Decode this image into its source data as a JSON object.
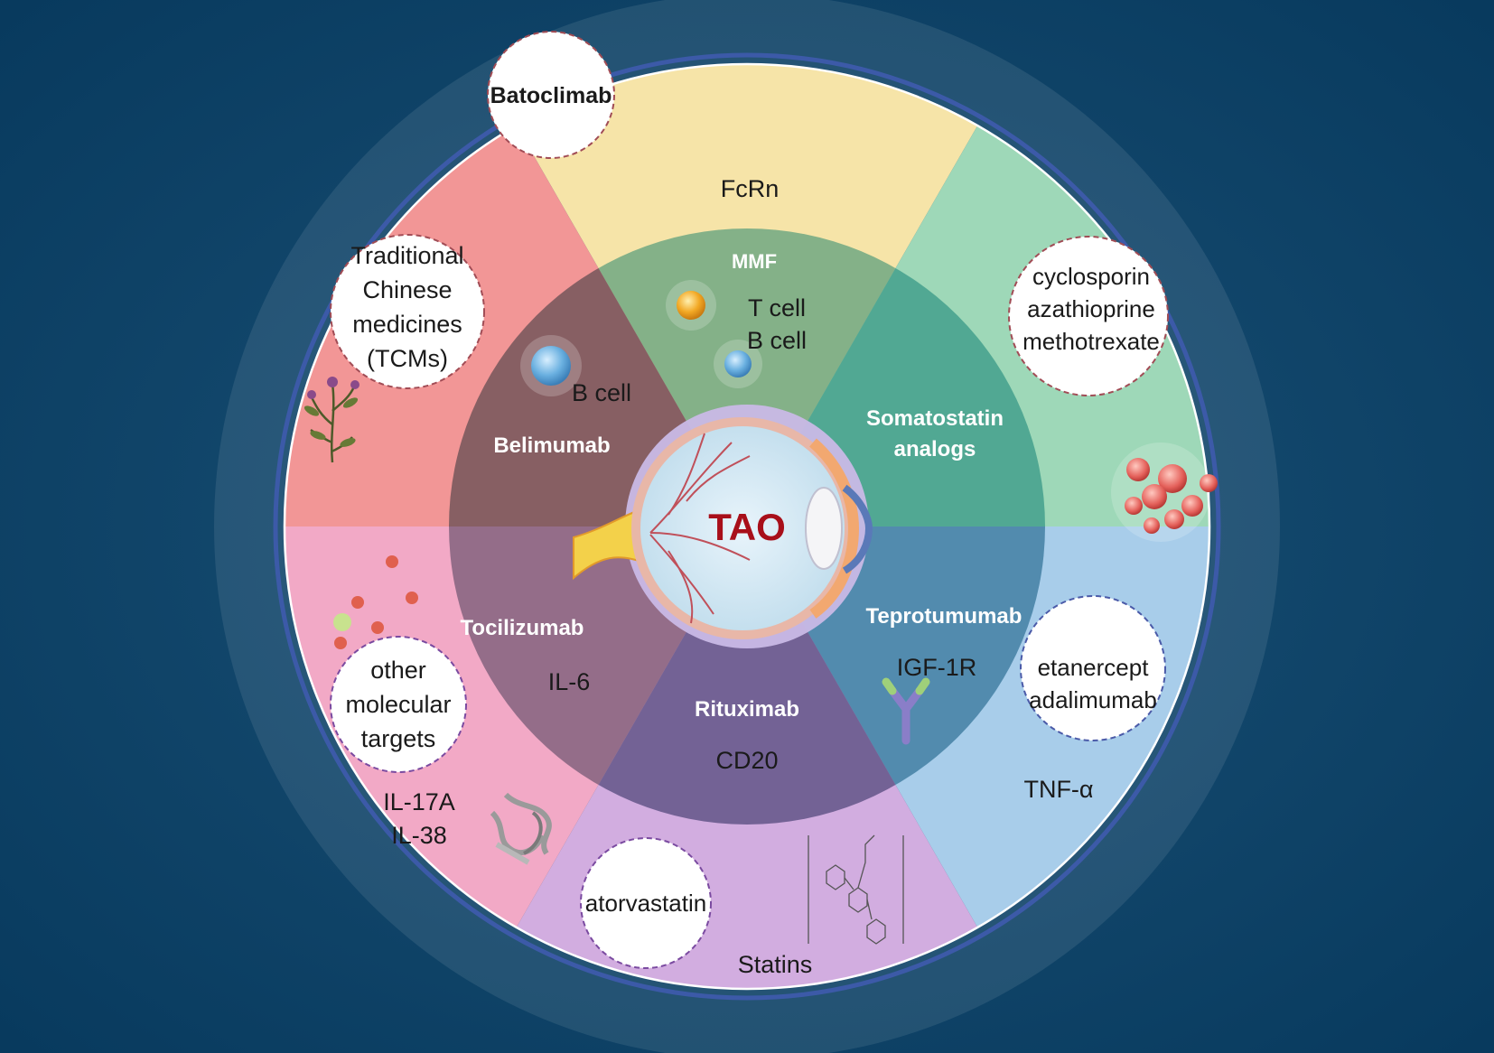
{
  "center": {
    "label": "TAO"
  },
  "outer_segments": [
    {
      "id": "top",
      "color": "#f6e4a8",
      "target": "FcRn",
      "drugs": [
        "Batoclimab"
      ]
    },
    {
      "id": "upper-right",
      "color": "#9ed8b8",
      "target": "",
      "drugs": [
        "cyclosporin",
        "azathioprine",
        "methotrexate"
      ]
    },
    {
      "id": "lower-right",
      "color": "#a8cdea",
      "target": "TNF-α",
      "drugs": [
        "etanercept",
        "adalimumab"
      ]
    },
    {
      "id": "bottom",
      "color": "#d2ade0",
      "target": "Statins",
      "drugs": [
        "atorvastatin"
      ]
    },
    {
      "id": "lower-left",
      "color": "#f2a9c6",
      "target_lines": [
        "IL-17A",
        "IL-38"
      ],
      "drugs": [
        "other",
        "molecular",
        "targets"
      ]
    },
    {
      "id": "upper-left",
      "color": "#f29696",
      "target": "",
      "drugs": [
        "Traditional",
        "Chinese",
        "medicines",
        "(TCMs)"
      ]
    }
  ],
  "inner_segments": [
    {
      "id": "top",
      "color": "#79ad86",
      "drug": "MMF",
      "target_lines": [
        "T cell",
        "B cell"
      ]
    },
    {
      "id": "upper-right",
      "color": "#4ba48f",
      "drug_lines": [
        "Somatostatin",
        "analogs"
      ]
    },
    {
      "id": "lower-right",
      "color": "#4b86a8",
      "drug": "Teprotumumab",
      "target": "IGF-1R"
    },
    {
      "id": "bottom",
      "color": "#6a5b8e",
      "drug": "Rituximab",
      "target": "CD20"
    },
    {
      "id": "lower-left",
      "color": "#8c6883",
      "drug": "Tocilizumab",
      "target": "IL-6"
    },
    {
      "id": "upper-left",
      "color": "#7e5a5e",
      "drug": "Belimumab",
      "target": "B cell"
    }
  ],
  "colors": {
    "background": "#0d3f63",
    "halo": "#2a5d80",
    "ring_border": "#4a67b4",
    "center_text": "#a80f1a"
  }
}
